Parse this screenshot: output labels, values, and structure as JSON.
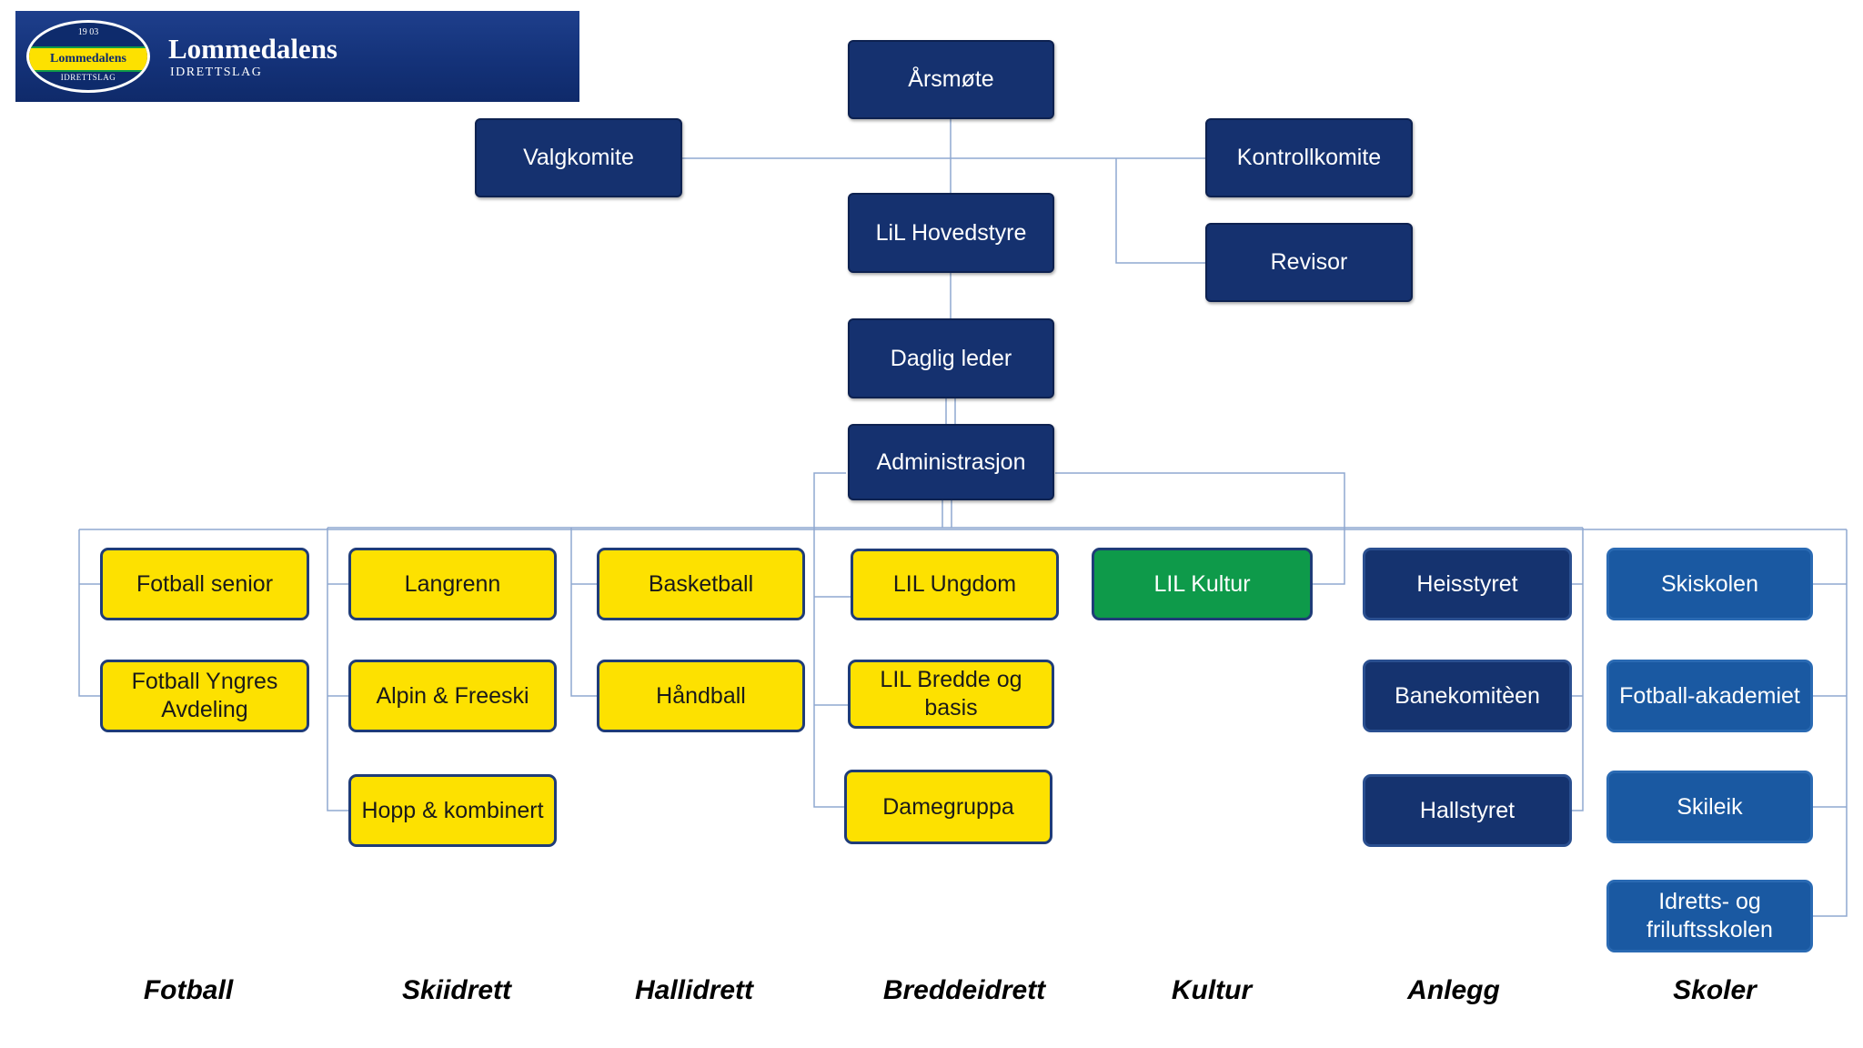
{
  "logo": {
    "year": "19 03",
    "name": "Lommedalens",
    "sub": "IDRETTSLAG"
  },
  "header": {
    "title": "Lommedalens",
    "subtitle": "IDRETTSLAG"
  },
  "colors": {
    "navy": "#15316f",
    "yellow": "#fde100",
    "green": "#0e9a4a",
    "blue": "#1a59a2",
    "connector": "#8fa8d0"
  },
  "org": {
    "arsmote": "Årsmøte",
    "valgkomite": "Valgkomite",
    "kontrollkomite": "Kontrollkomite",
    "hovedstyre": "LiL Hovedstyre",
    "revisor": "Revisor",
    "daglig_leder": "Daglig leder",
    "administrasjon": "Administrasjon"
  },
  "groups": {
    "fotball": [
      "Fotball senior",
      "Fotball Yngres Avdeling"
    ],
    "skiidrett": [
      "Langrenn",
      "Alpin & Freeski",
      "Hopp & kombinert"
    ],
    "hallidrett": [
      "Basketball",
      "Håndball"
    ],
    "breddeidrett": [
      "LIL Ungdom",
      "LIL Bredde og basis",
      "Damegruppa"
    ],
    "kultur": [
      "LIL Kultur"
    ],
    "anlegg": [
      "Heisstyret",
      "Banekomitèen",
      "Hallstyret"
    ],
    "skoler": [
      "Skiskolen",
      "Fotball-akademiet",
      "Skileik",
      "Idretts- og friluftsskolen"
    ]
  },
  "categories": [
    "Fotball",
    "Skiidrett",
    "Hallidrett",
    "Breddeidrett",
    "Kultur",
    "Anlegg",
    "Skoler"
  ]
}
